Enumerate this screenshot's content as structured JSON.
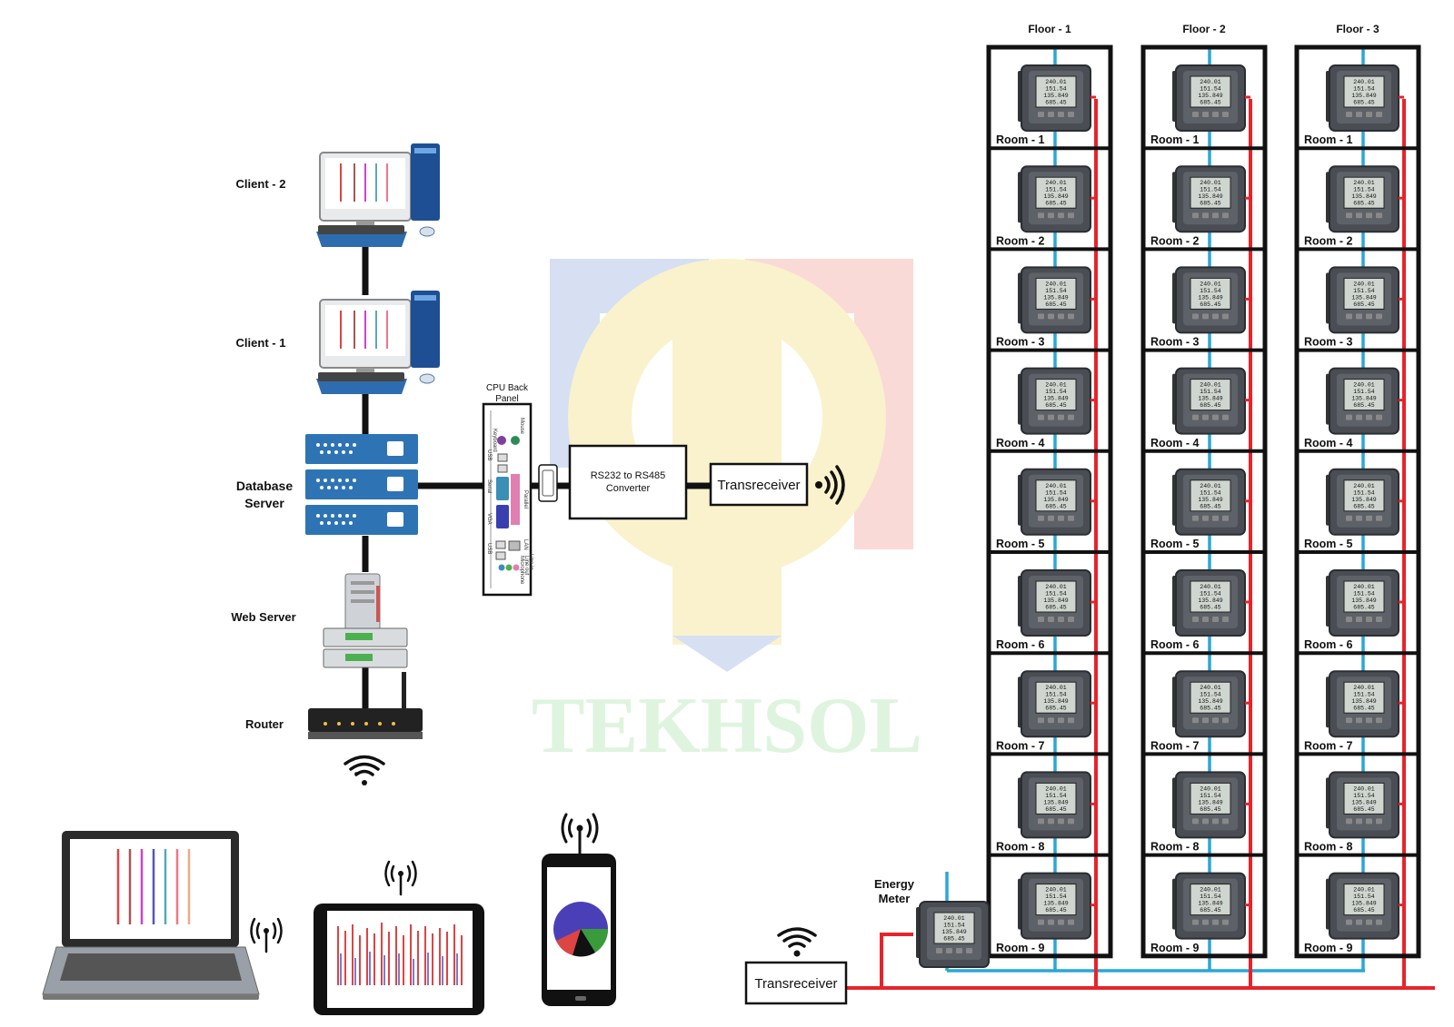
{
  "watermark": {
    "text": "TEKHSOL"
  },
  "clients": {
    "client2": "Client - 2",
    "client1": "Client - 1"
  },
  "servers": {
    "database_line1": "Database",
    "database_line2": "Server",
    "web": "Web Server",
    "router": "Router"
  },
  "cpu_panel": {
    "title_line1": "CPU Back",
    "title_line2": "Panel",
    "port_labels": [
      "Keyboard",
      "Mouse",
      "USB",
      "Serial",
      "Parallel",
      "VGA",
      "LAN",
      "USB",
      "Line in",
      "Line out",
      "Microphone"
    ]
  },
  "converter": {
    "line1": "RS232 to RS485",
    "line2": "Converter"
  },
  "transreceiver_top": "Transreceiver",
  "transreceiver_bottom": "Transreceiver",
  "energy_meter": {
    "line1": "Energy",
    "line2": "Meter"
  },
  "meter_display": [
    "240.01",
    "151.54",
    "135.849",
    "685.45"
  ],
  "floors": [
    "Floor - 1",
    "Floor - 2",
    "Floor - 3"
  ],
  "rooms": [
    "Room - 1",
    "Room - 2",
    "Room - 3",
    "Room - 4",
    "Room - 5",
    "Room - 6",
    "Room - 7",
    "Room - 8",
    "Room - 9"
  ],
  "colors": {
    "bus_red": "#e8232a",
    "bus_blue": "#2aa7d6",
    "server_blue": "#2e74b5",
    "line_black": "#111111"
  }
}
